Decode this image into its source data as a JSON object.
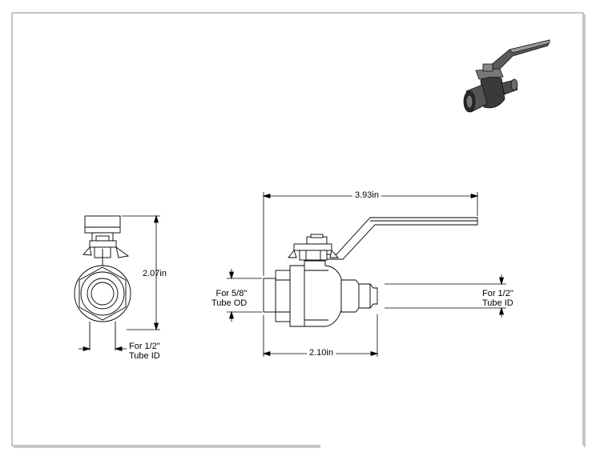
{
  "drawing": {
    "front_view": {
      "height_dim": "2.07in",
      "tube_id_line1": "For 1/2\"",
      "tube_id_line2": "Tube ID"
    },
    "side_view": {
      "overall_length_dim": "3.93in",
      "body_length_dim": "2.10in",
      "left_port_line1": "For 5/8\"",
      "left_port_line2": "Tube OD",
      "right_port_line1": "For 1/2\"",
      "right_port_line2": "Tube ID"
    },
    "iso_view": {
      "icon": "ball-valve-3d-icon"
    }
  }
}
